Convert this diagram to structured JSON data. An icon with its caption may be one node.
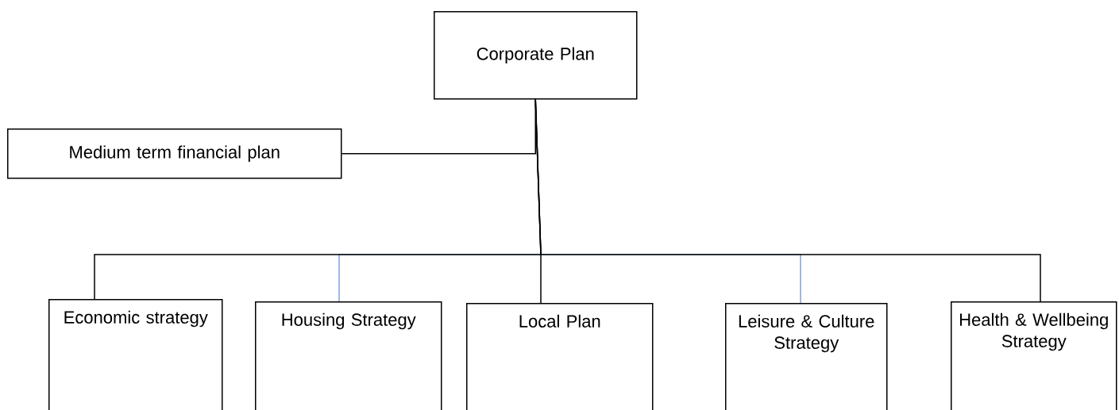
{
  "diagram": {
    "nodes": [
      {
        "text": [
          "Corporate Plan"
        ]
      },
      {
        "text": [
          "Medium term financial plan"
        ]
      },
      {
        "text": [
          "Economic strategy"
        ]
      },
      {
        "text": [
          "Housing Strategy"
        ]
      },
      {
        "text": [
          "Local Plan"
        ]
      },
      {
        "text": [
          "Leisure & Culture Strategy"
        ]
      },
      {
        "text": [
          "Health & Wellbeing Strategy"
        ]
      }
    ],
    "edges": [
      {
        "from": 0,
        "to": 1,
        "arrow": "none"
      },
      {
        "from": 0,
        "to": 2,
        "arrow": "none"
      },
      {
        "from": 0,
        "to": 3,
        "arrow": "none",
        "color": "#4472c4"
      },
      {
        "from": 0,
        "to": 4,
        "arrow": "none"
      },
      {
        "from": 0,
        "to": 5,
        "arrow": "none",
        "color": "#4472c4"
      },
      {
        "from": 0,
        "to": 6,
        "arrow": "none"
      }
    ]
  }
}
